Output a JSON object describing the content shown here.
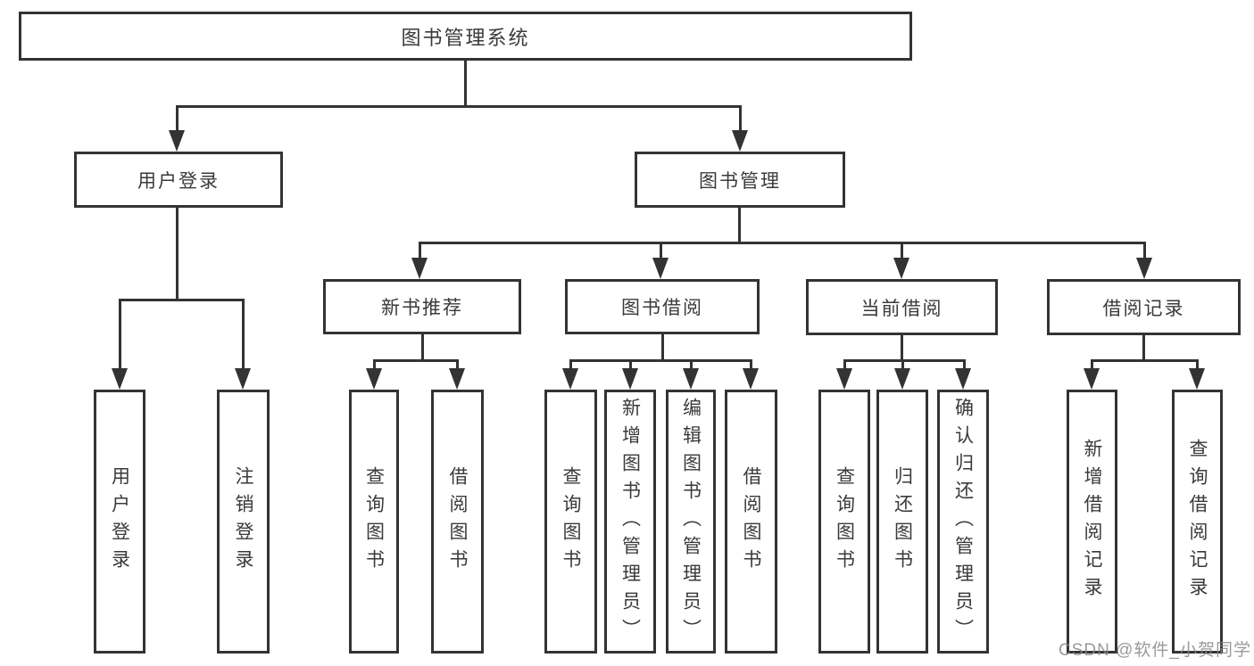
{
  "tree": {
    "root": {
      "label": "图书管理系统"
    },
    "branches": [
      {
        "label": "用户登录",
        "children": [
          {
            "label": "用户登录"
          },
          {
            "label": "注销登录"
          }
        ]
      },
      {
        "label": "图书管理",
        "children": [
          {
            "label": "新书推荐",
            "children": [
              {
                "label": "查询图书"
              },
              {
                "label": "借阅图书"
              }
            ]
          },
          {
            "label": "图书借阅",
            "children": [
              {
                "label": "查询图书"
              },
              {
                "label": "新增图书（管理员）"
              },
              {
                "label": "编辑图书（管理员）"
              },
              {
                "label": "借阅图书"
              }
            ]
          },
          {
            "label": "当前借阅",
            "children": [
              {
                "label": "查询图书"
              },
              {
                "label": "归还图书"
              },
              {
                "label": "确认归还（管理员）"
              }
            ]
          },
          {
            "label": "借阅记录",
            "children": [
              {
                "label": "新增借阅记录"
              },
              {
                "label": "查询借阅记录"
              }
            ]
          }
        ]
      }
    ]
  },
  "watermark": {
    "text": "CSDN @软件_小贺同学"
  },
  "colors": {
    "line": "#333333",
    "text": "#3a3a3a",
    "background": "#ffffff",
    "watermark": "#888888"
  }
}
